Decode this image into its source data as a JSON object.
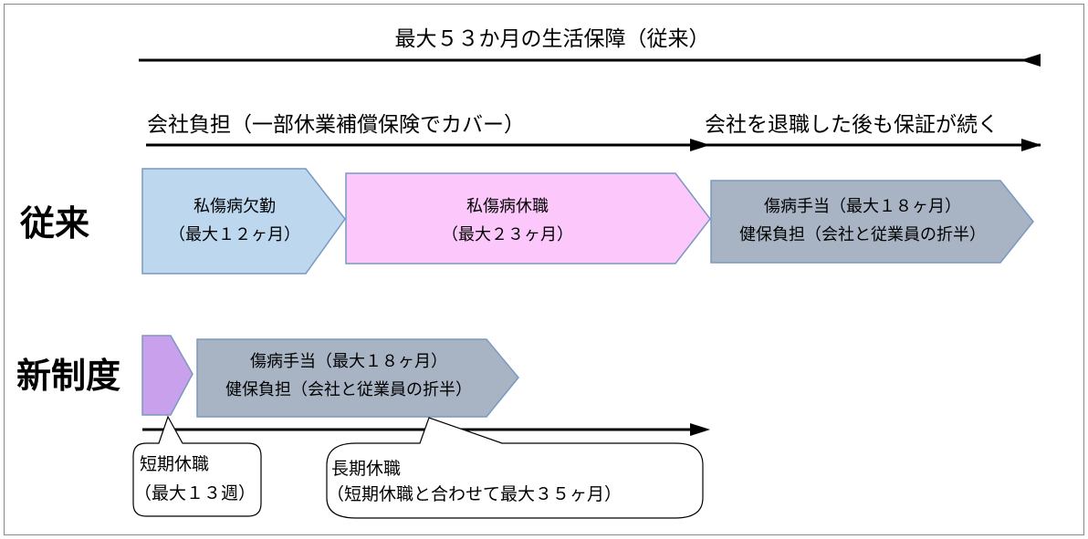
{
  "top_span": {
    "label": "最大５３か月の生活保障（従来）"
  },
  "company_span": {
    "label": "会社負担（一部休業補償保険でカバー）"
  },
  "after_span": {
    "label": "会社を退職した後も保証が続く"
  },
  "rows": {
    "old": {
      "label": "従来",
      "steps": [
        {
          "line1": "私傷病欠勤",
          "line2": "（最大１２ヶ月）",
          "color": "#bcd7ee"
        },
        {
          "line1": "私傷病休職",
          "line2": "（最大２３ヶ月）",
          "color": "#fcc7fa"
        },
        {
          "line1": "傷病手当（最大１８ヶ月）",
          "line2": "健保負担（会社と従業員の折半）",
          "color": "#a8b3c3"
        }
      ]
    },
    "new": {
      "label": "新制度",
      "steps": [
        {
          "color": "#c8a0ec"
        },
        {
          "line1": "傷病手当（最大１８ヶ月）",
          "line2": "健保負担（会社と従業員の折半）",
          "color": "#a8b3c3"
        }
      ]
    }
  },
  "callouts": {
    "short": {
      "line1": "短期休職",
      "line2": "（最大１３週）"
    },
    "long": {
      "line1": "長期休職",
      "line2": "（短期休職と合わせて最大３５ヶ月）"
    }
  },
  "colors": {
    "stroke": "#7a99bf",
    "arrow": "#000000"
  }
}
